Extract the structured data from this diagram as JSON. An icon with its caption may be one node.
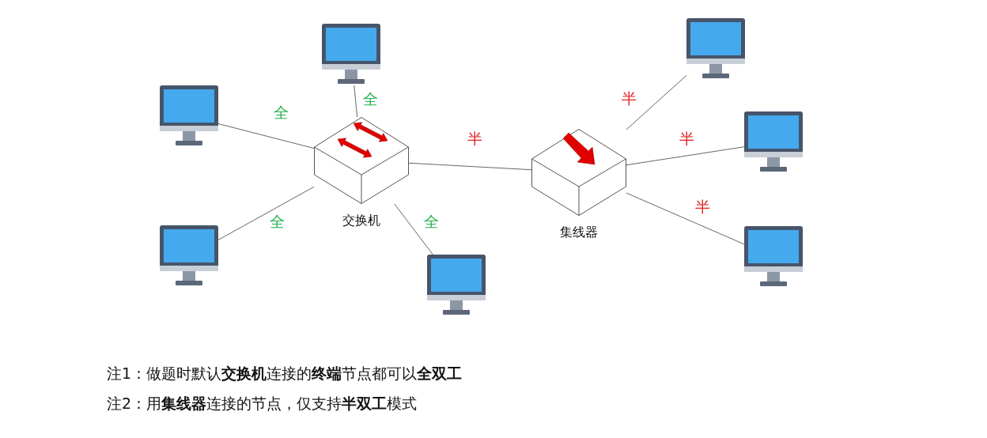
{
  "diagram": {
    "nodes": [
      {
        "text": [
          "交换机"
        ]
      },
      {
        "text": [
          "集线器"
        ]
      },
      {
        "text": [],
        "shape": "picture"
      },
      {
        "text": [],
        "shape": "picture"
      },
      {
        "text": [],
        "shape": "picture"
      },
      {
        "text": [],
        "shape": "picture"
      },
      {
        "text": [],
        "shape": "picture"
      },
      {
        "text": [],
        "shape": "picture"
      },
      {
        "text": [],
        "shape": "picture"
      }
    ],
    "edges": [
      {
        "from": 2,
        "to": 0,
        "arrow": "none",
        "label": "全"
      },
      {
        "from": 3,
        "to": 0,
        "arrow": "none",
        "label": "全"
      },
      {
        "from": 4,
        "to": 0,
        "arrow": "none",
        "label": "全"
      },
      {
        "from": 5,
        "to": 0,
        "arrow": "none",
        "label": "全"
      },
      {
        "from": 0,
        "to": 1,
        "arrow": "none",
        "label": "半"
      },
      {
        "from": 6,
        "to": 1,
        "arrow": "none",
        "label": "半"
      },
      {
        "from": 7,
        "to": 1,
        "arrow": "none",
        "label": "半"
      },
      {
        "from": 8,
        "to": 1,
        "arrow": "none",
        "label": "半"
      }
    ],
    "labels": [
      "注1：做题时默认**交换机**连接的**终端**节点都可以**全双工**",
      "注2：用**集线器**连接的节点，仅支持**半双工**模式"
    ]
  }
}
